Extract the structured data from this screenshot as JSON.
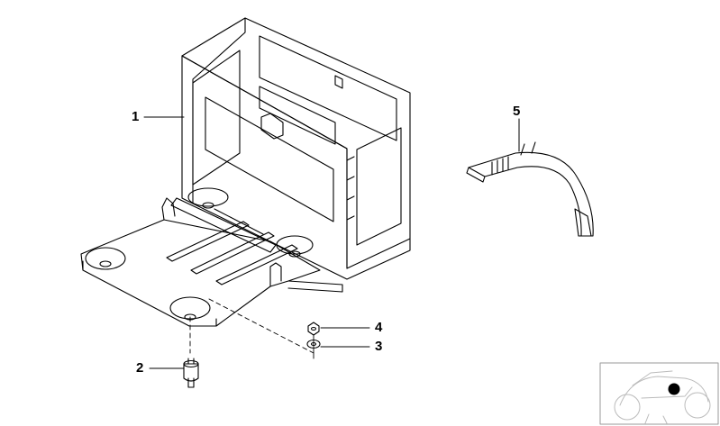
{
  "diagram": {
    "callouts": [
      {
        "id": "1",
        "label": "1",
        "part": "battery-holder-frame"
      },
      {
        "id": "2",
        "label": "2",
        "part": "rubber-mount"
      },
      {
        "id": "3",
        "label": "3",
        "part": "washer"
      },
      {
        "id": "4",
        "label": "4",
        "part": "nut"
      },
      {
        "id": "5",
        "label": "5",
        "part": "battery-strap"
      }
    ],
    "thumbnail": {
      "icon": "motorcycle-silhouette-icon",
      "marker_color": "#000000"
    },
    "line_color": "#000000",
    "background": "#ffffff"
  }
}
